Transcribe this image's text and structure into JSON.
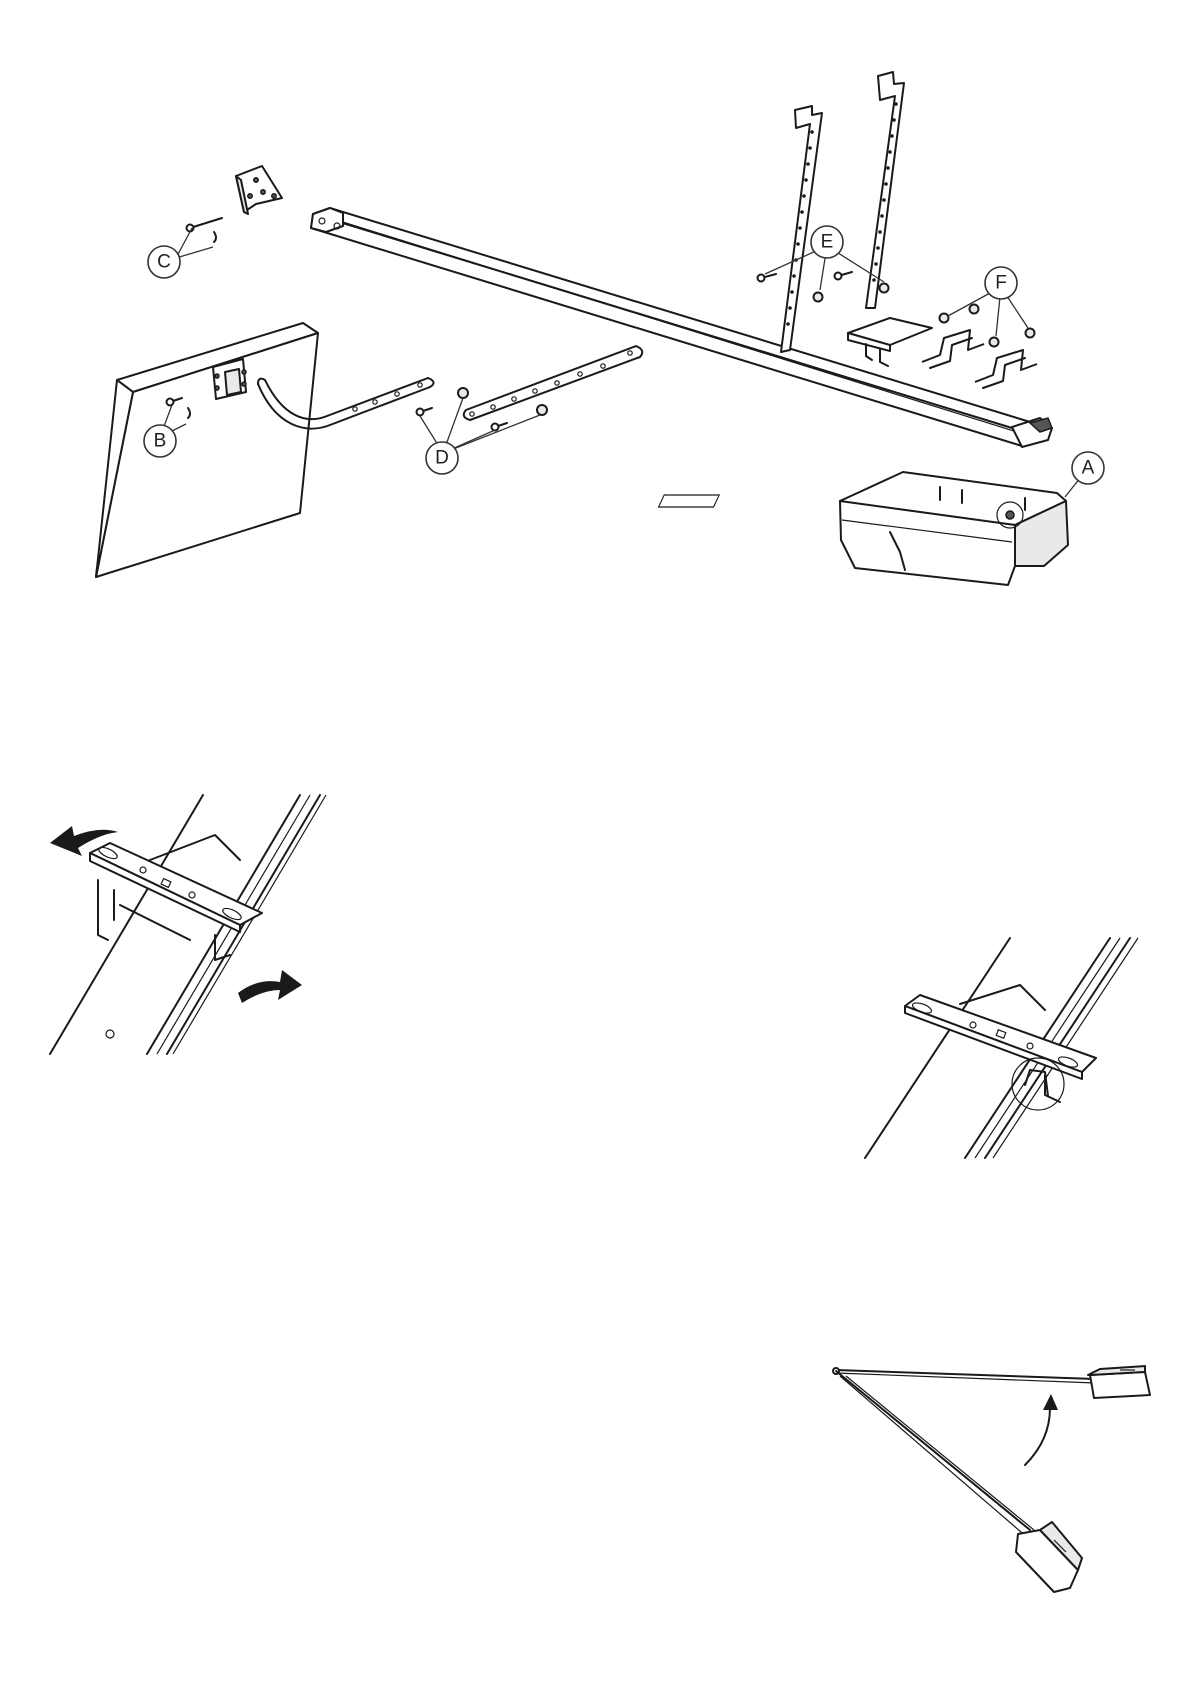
{
  "figure_1": {
    "callouts": [
      {
        "id": "A",
        "label": "A"
      },
      {
        "id": "B",
        "label": "B"
      },
      {
        "id": "C",
        "label": "C"
      },
      {
        "id": "D",
        "label": "D"
      },
      {
        "id": "E",
        "label": "E"
      },
      {
        "id": "F",
        "label": "F"
      }
    ]
  },
  "figure_2": {},
  "figure_3": {},
  "figure_4": {}
}
